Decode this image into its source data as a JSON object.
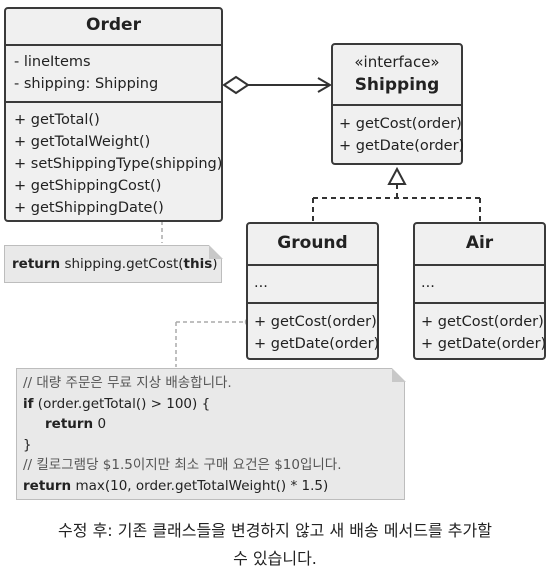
{
  "order": {
    "name": "Order",
    "fields": [
      "- lineItems",
      "- shipping: Shipping"
    ],
    "methods": [
      "+ getTotal()",
      "+ getTotalWeight()",
      "+ setShippingType(shipping)",
      "+ getShippingCost()",
      "+ getShippingDate()"
    ]
  },
  "shipping": {
    "stereotype": "«interface»",
    "name": "Shipping",
    "methods": [
      "+ getCost(order)",
      "+ getDate(order)"
    ]
  },
  "ground": {
    "name": "Ground",
    "fields": [
      "..."
    ],
    "methods": [
      "+ getCost(order)",
      "+ getDate(order)"
    ]
  },
  "air": {
    "name": "Air",
    "fields": [
      "..."
    ],
    "methods": [
      "+ getCost(order)",
      "+ getDate(order)"
    ]
  },
  "note_order": {
    "keyword": "return",
    "middle": " shipping.getCost(",
    "arg": "this",
    "end": ")"
  },
  "note_ground": {
    "comment1": "// 대량 주문은 무료 지상 배송합니다.",
    "if_kw": "if",
    "if_rest": " (order.getTotal() > 100) {",
    "return_kw": "return",
    "return_val": " 0",
    "close": "}",
    "comment2": "// 킬로그램당 $1.5이지만 최소 구매 요건은 $10입니다.",
    "return2_kw": "return",
    "return2_rest": " max(10, order.getTotalWeight() * 1.5)"
  },
  "caption": {
    "line1": "수정 후: 기존 클래스들을 변경하지 않고 새 배송 메서드를 추가할",
    "line2": "수 있습니다."
  }
}
